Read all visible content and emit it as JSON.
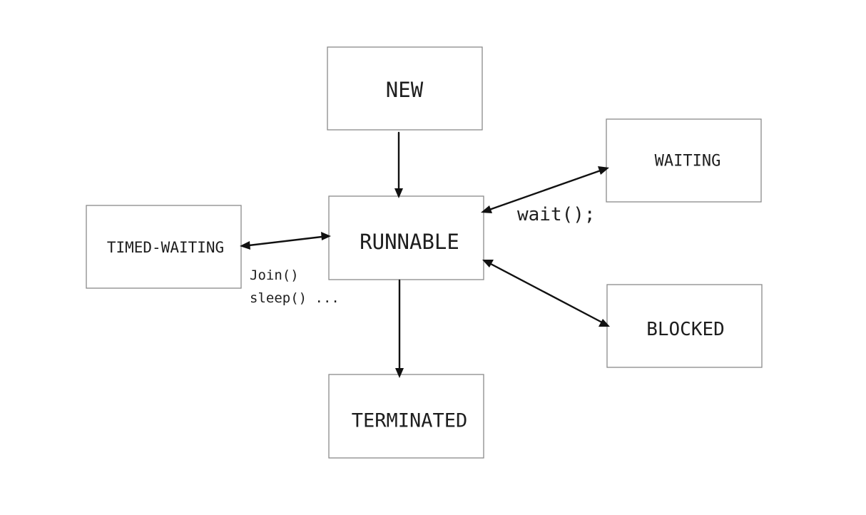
{
  "states": {
    "new": "NEW",
    "runnable": "RUNNABLE",
    "waiting": "WAITING",
    "timed_waiting": "TIMED-WAITING",
    "blocked": "BLOCKED",
    "terminated": "TERMINATED"
  },
  "edge_labels": {
    "wait": "wait();",
    "join": "Join()",
    "sleep": "sleep() ..."
  },
  "colors": {
    "box_stroke": "#8a8a8a",
    "arrow": "#111111",
    "text": "#1e1e1e"
  }
}
